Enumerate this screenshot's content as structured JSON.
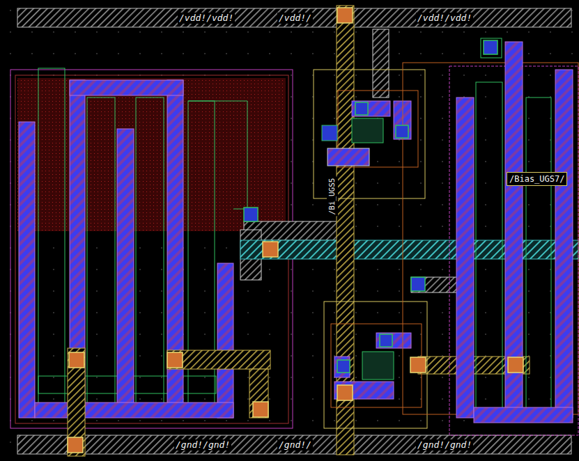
{
  "diagram": {
    "nodes": [
      {
        "text": [
          "/vdd!/vdd!",
          "/vdd!/",
          "/vdd!/vdd!"
        ]
      },
      {
        "text": [
          "/gnd!/gnd!",
          "/gnd!/",
          "/gnd!/gnd!"
        ]
      }
    ],
    "labels": [
      "/Bias_UGS7/",
      "/Bi_UGS5"
    ]
  }
}
